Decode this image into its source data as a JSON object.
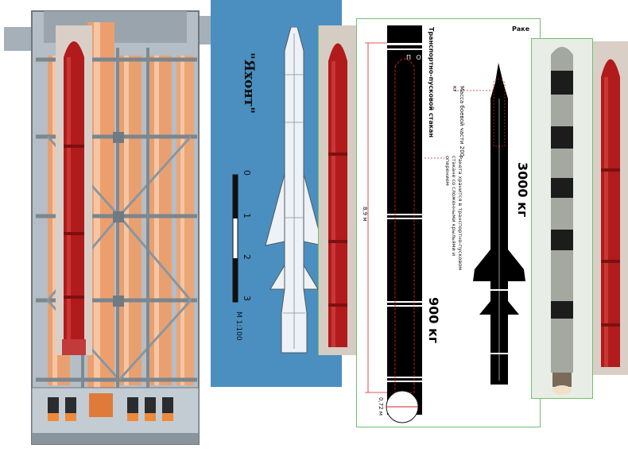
{
  "blue_panel": {
    "title": "\"Яхонт\"",
    "scale_ticks": [
      "0",
      "1",
      "2",
      "3"
    ],
    "scale_note": "М 1:100",
    "background": "#4a8fc0"
  },
  "spec_panel": {
    "header": "Транспортно-пусковой стакан",
    "corner_text": "Раке",
    "canister_mark": "П О",
    "warhead_note": "Масса боевой части 200 кг",
    "storage_note": "Ракета хранится в транспортно-пусковом стакане со сложенными крыльями и оперением",
    "length_label": "8,9 м",
    "diameter_label": "0,72 м",
    "missile_mass": "3000 кг",
    "canister_mass": "900 кг"
  },
  "colors": {
    "missile_red": "#b11b1b",
    "tube_orange": "#e9a070",
    "frame_gray": "#8a96a0",
    "accent_line": "#d22020"
  }
}
